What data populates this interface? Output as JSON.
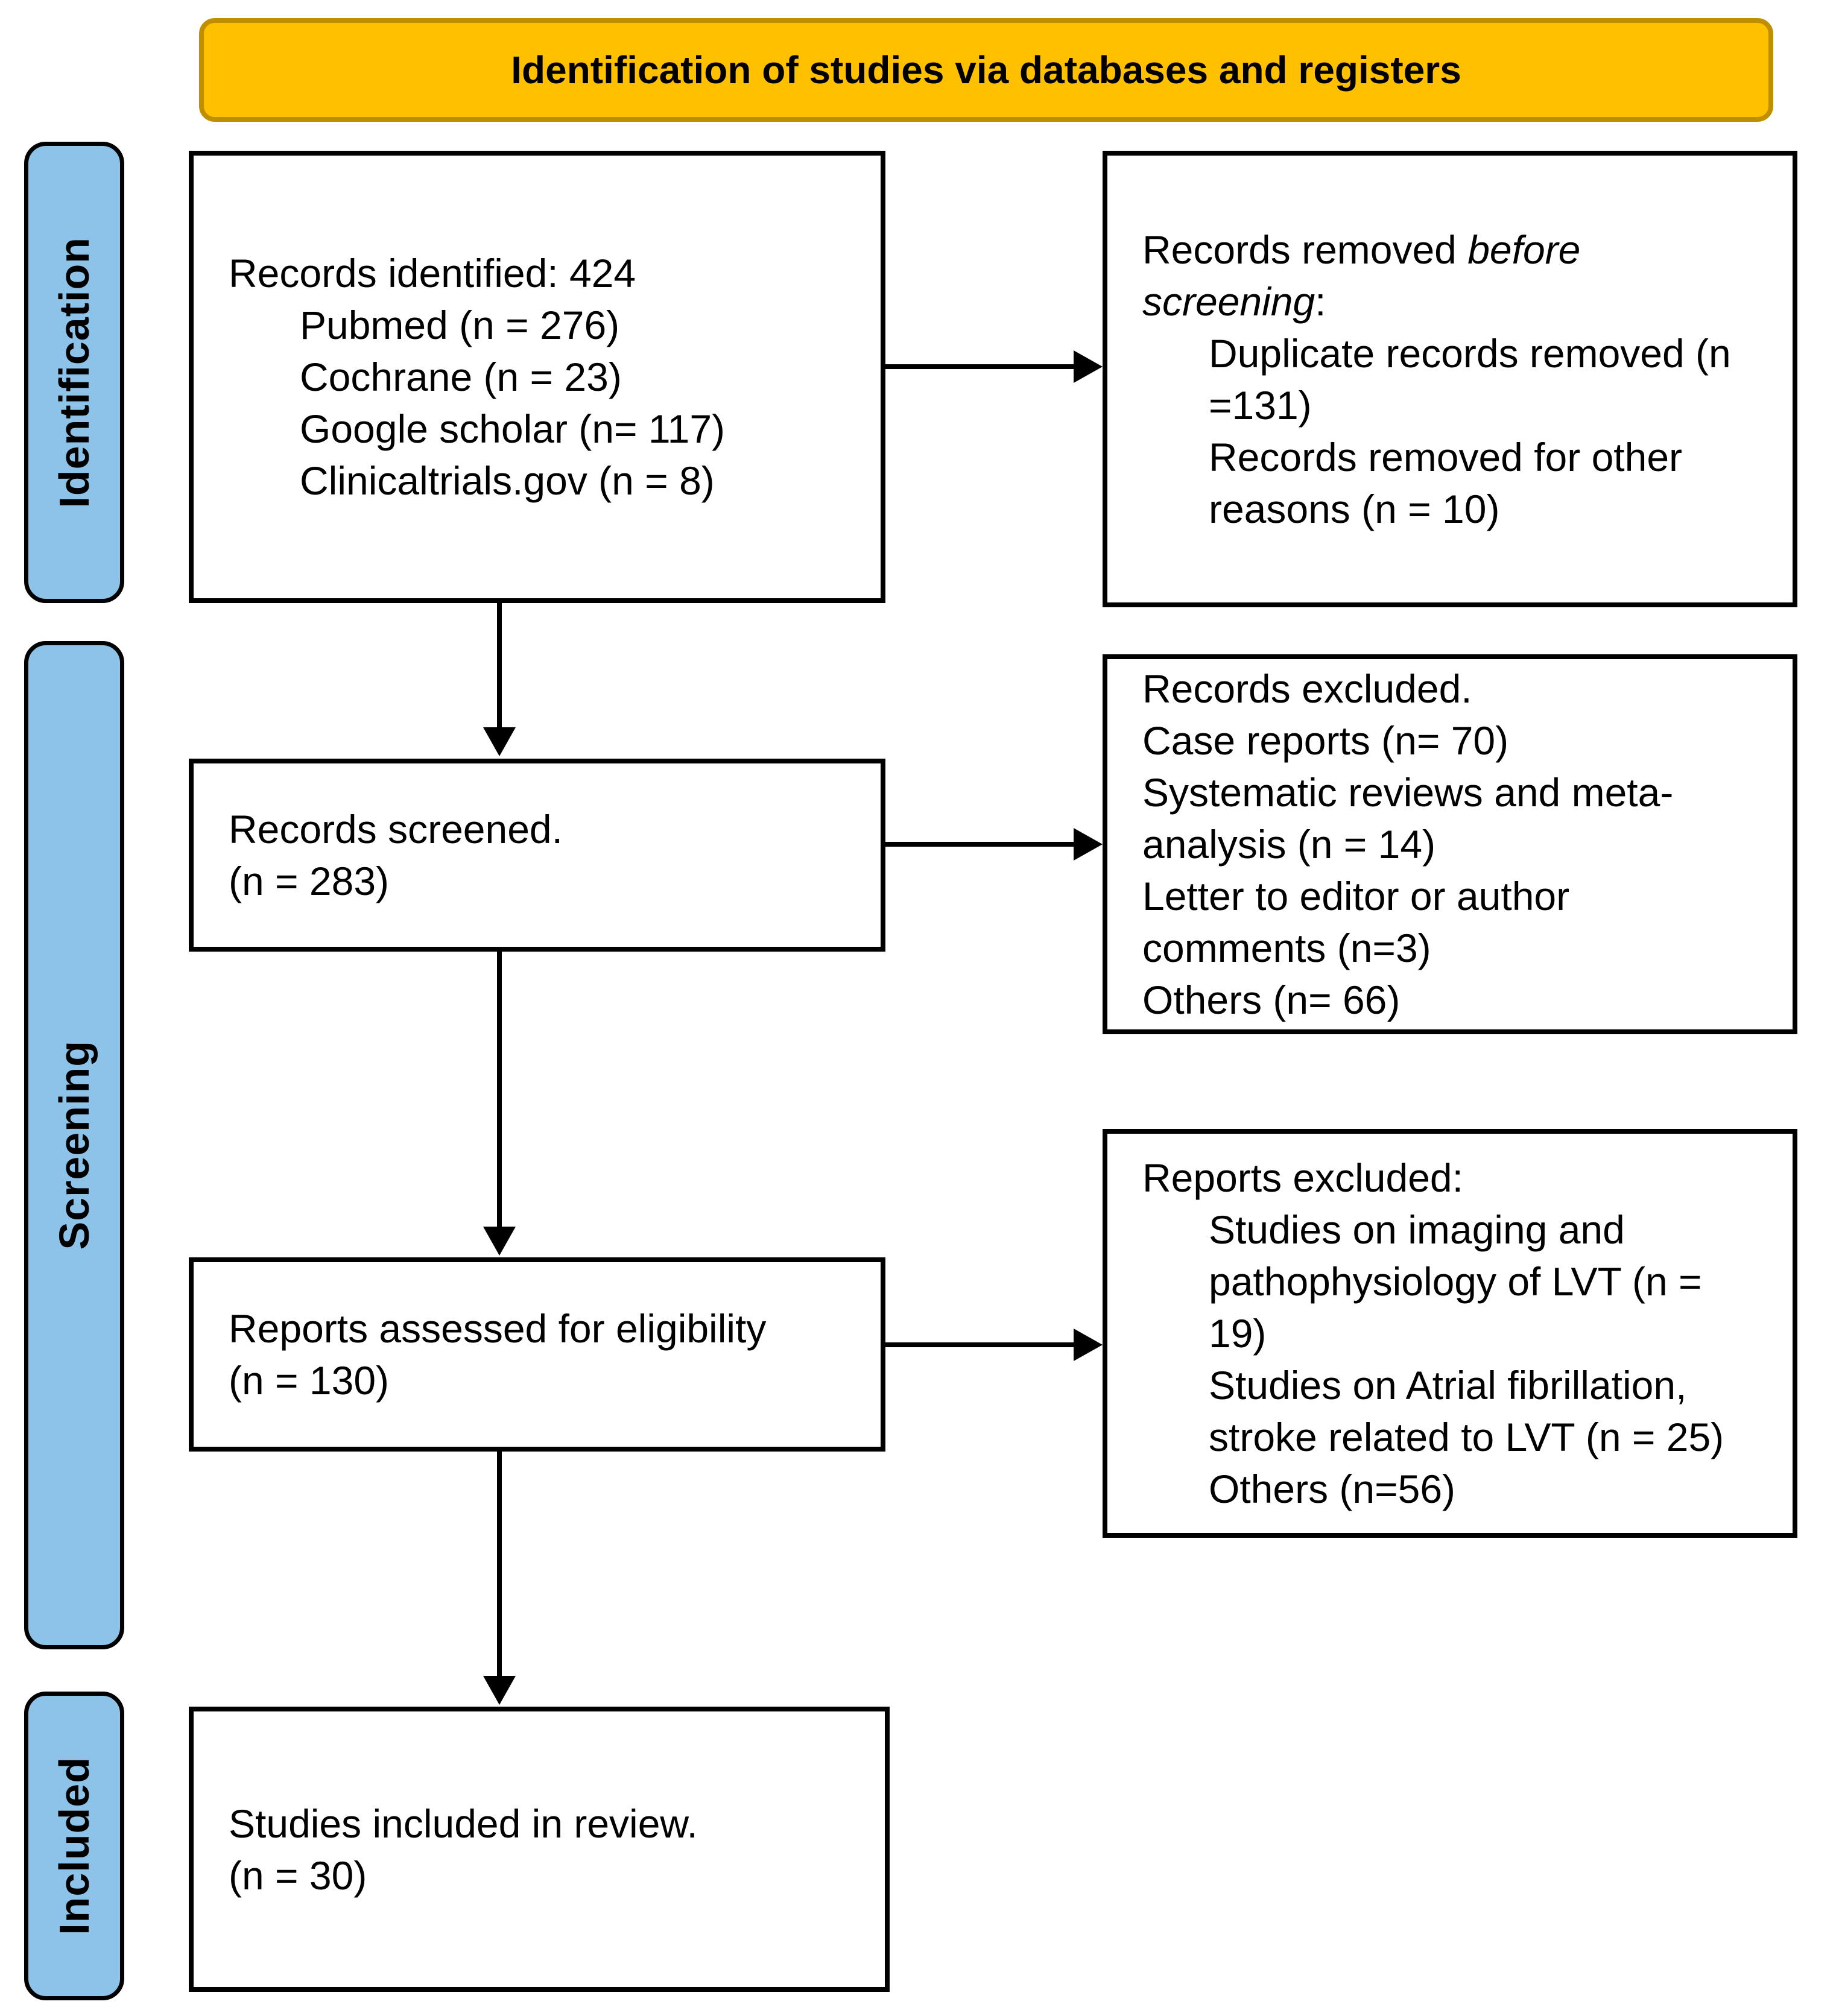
{
  "banner": {
    "label": "Identification of studies via databases and registers"
  },
  "stages": [
    {
      "label": "Identification"
    },
    {
      "label": "Screening"
    },
    {
      "label": "Included"
    }
  ],
  "colors": {
    "banner_fill": "#FFC000",
    "banner_border": "#BF8F00",
    "stage_fill": "#8DC3E9",
    "box_border": "#000000",
    "arrow": "#000000"
  },
  "boxes": {
    "records_identified": {
      "title": "Records identified: 424",
      "items": [
        "Pubmed (n = 276)",
        "Cochrane (n = 23)",
        "Google scholar (n= 117)",
        "Clinicaltrials.gov (n = 8)"
      ]
    },
    "records_removed": {
      "title_pre": "Records removed ",
      "title_italic": "before screening",
      "title_post": ":",
      "items": [
        "Duplicate records removed (n =131)",
        "Records removed for other reasons (n = 10)"
      ]
    },
    "records_screened": {
      "line1": "Records screened.",
      "line2": "(n = 283)"
    },
    "records_excluded": {
      "lines": [
        "Records excluded.",
        "Case reports (n= 70)",
        "Systematic reviews and meta-analysis (n = 14)",
        "Letter to editor or author comments (n=3)",
        "Others (n= 66)"
      ]
    },
    "reports_assessed": {
      "line1": "Reports assessed for eligibility",
      "line2": "(n = 130)"
    },
    "reports_excluded": {
      "title": "Reports excluded:",
      "items": [
        "Studies on imaging and pathophysiology of LVT (n = 19)",
        "Studies on Atrial fibrillation, stroke related to LVT (n = 25)",
        "Others (n=56)"
      ]
    },
    "studies_included": {
      "line1": "Studies included in review.",
      "line2": "(n = 30)"
    }
  }
}
